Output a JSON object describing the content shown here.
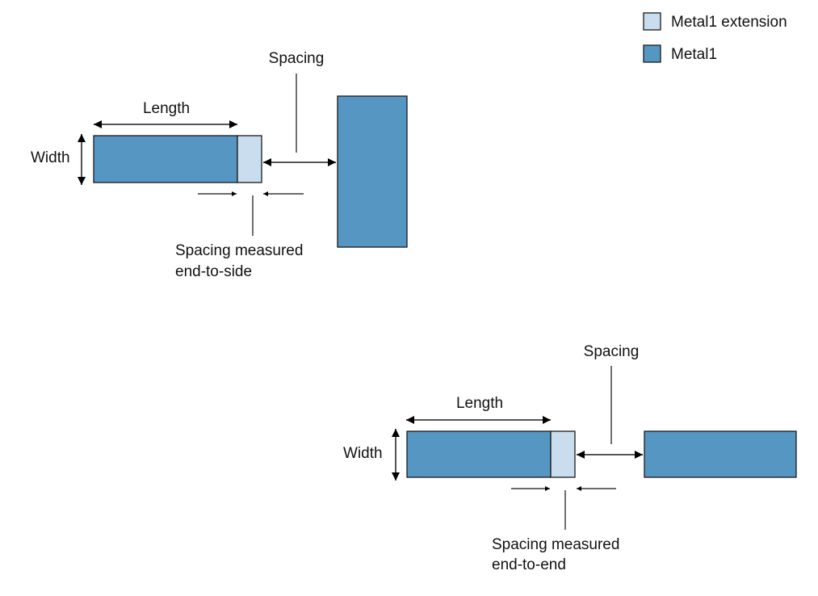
{
  "legend": {
    "items": [
      {
        "label": "Metal1 extension",
        "color": "#c9ddee"
      },
      {
        "label": "Metal1",
        "color": "#5596c3"
      }
    ]
  },
  "diagrams": [
    {
      "id": "end-to-side",
      "length_label": "Length",
      "width_label": "Width",
      "spacing_label": "Spacing",
      "measured_label_line1": "Spacing measured",
      "measured_label_line2": "end-to-side"
    },
    {
      "id": "end-to-end",
      "length_label": "Length",
      "width_label": "Width",
      "spacing_label": "Spacing",
      "measured_label_line1": "Spacing measured",
      "measured_label_line2": "end-to-end"
    }
  ],
  "colors": {
    "metal1": "#5596c3",
    "metal1_extension": "#c9ddee",
    "outline": "#1a1a1a"
  }
}
